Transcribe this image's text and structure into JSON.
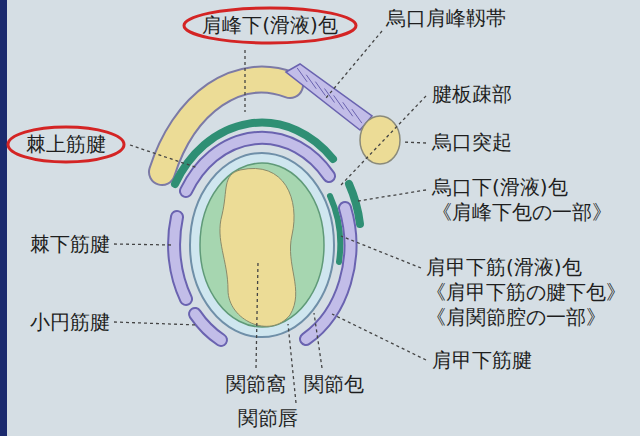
{
  "diagram": {
    "nodes": [
      {
        "text": [
          "肩峰下(滑液)包"
        ]
      },
      {
        "text": [
          "棘上筋腱"
        ]
      }
    ],
    "labels": [
      "烏口肩峰靱帯",
      "腱板疎部",
      "烏口突起",
      "烏口下(滑液)包 《肩峰下包の一部》",
      "肩甲下筋(滑液)包 《肩甲下筋の腱下包》 《肩関節腔の一部》",
      "肩甲下筋腱",
      "棘下筋腱",
      "小円筋腱",
      "関節窩",
      "関節包",
      "関節唇"
    ]
  }
}
